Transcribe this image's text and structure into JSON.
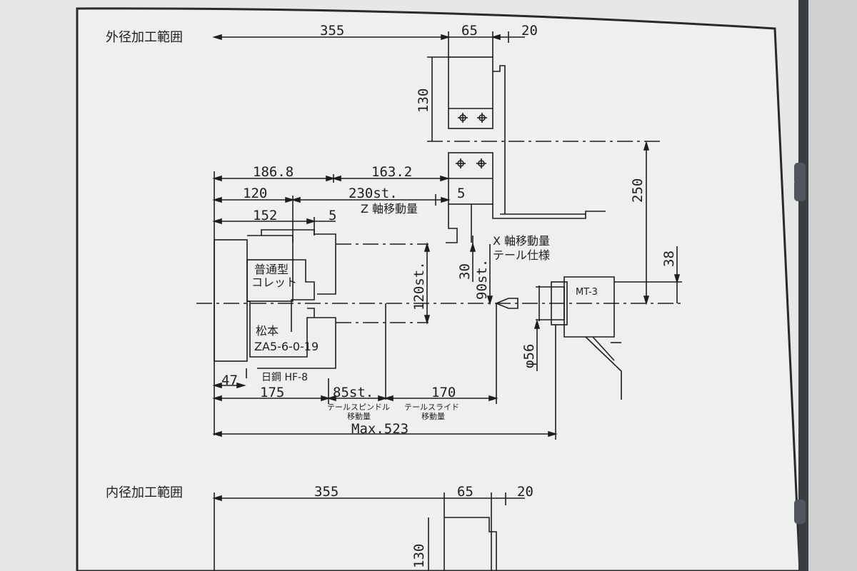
{
  "sections": {
    "outer_title": "外径加工範囲",
    "inner_title": "内径加工範囲"
  },
  "top_dims": {
    "d355": "355",
    "d65": "65",
    "d20": "20",
    "d130": "130",
    "d250": "250",
    "d38": "38"
  },
  "left_dims": {
    "d186_8": "186.8",
    "d163_2": "163.2",
    "d120": "120",
    "d230st": "230st.",
    "d5a": "5",
    "z_axis": "Z 軸移動量",
    "d152": "152",
    "d5b": "5"
  },
  "middle_dims": {
    "d120st": "120st.",
    "d30": "30",
    "d90st": "90st.",
    "x_axis": "X 軸移動量",
    "tail_spec": "テール仕様",
    "mt3": "MT-3",
    "phi56": "φ56"
  },
  "chuck": {
    "collet_l1": "普通型",
    "collet_l2": "コレット",
    "maker": "松本",
    "model": "ZA5-6-0-19",
    "hf": "日鋼 HF-8"
  },
  "bottom_dims": {
    "d47": "47",
    "d175": "175",
    "d85st": "85st.",
    "d170": "170",
    "tail_spindle_l1": "テールスピンドル",
    "tail_spindle_l2": "移動量",
    "tail_slide_l1": "テールスライド",
    "tail_slide_l2": "移動量",
    "max": "Max.523"
  },
  "inner_dims": {
    "d355": "355",
    "d65": "65",
    "d20": "20",
    "d130": "130"
  },
  "colors": {
    "ink": "#1e1e1e",
    "paper": "#e6e8e6",
    "binding": "#3a3d40"
  }
}
